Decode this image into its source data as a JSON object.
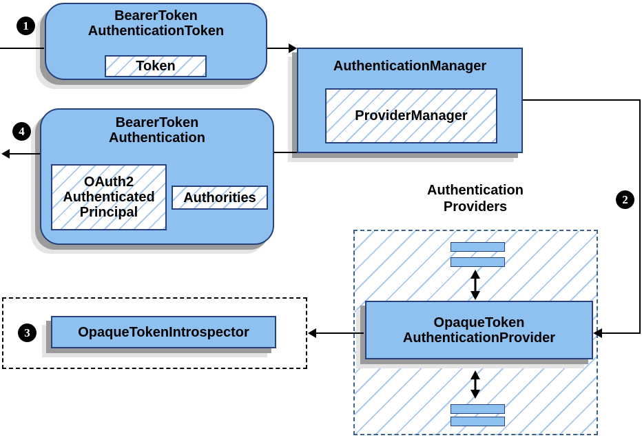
{
  "nodes": {
    "bearerTokenAuthenticationToken": {
      "title": "BearerToken\nAuthenticationToken",
      "token": "Token"
    },
    "authenticationManager": {
      "title": "AuthenticationManager",
      "providerManager": "ProviderManager"
    },
    "bearerTokenAuthentication": {
      "title": "BearerToken\nAuthentication",
      "principal": "OAuth2\nAuthenticated\nPrincipal",
      "authorities": "Authorities"
    },
    "authenticationProviders": {
      "label": "Authentication\nProviders",
      "provider": "OpaqueToken\nAuthenticationProvider"
    },
    "opaqueTokenIntrospector": {
      "label": "OpaqueTokenIntrospector"
    }
  },
  "badges": {
    "step1": "1",
    "step2": "2",
    "step3": "3",
    "step4": "4"
  },
  "colors": {
    "node_fill": "#8EC1F0",
    "node_border": "#26417E",
    "hatch_line": "#A9C9EF",
    "providers_dash_border": "#3A6090",
    "intro_dash_border": "#000000",
    "arrow": "#000000",
    "shadow_dark": "#9B9B9B",
    "shadow_light": "#E4E4E4",
    "badge_bg": "#000000",
    "badge_text": "#FFFFFF"
  }
}
